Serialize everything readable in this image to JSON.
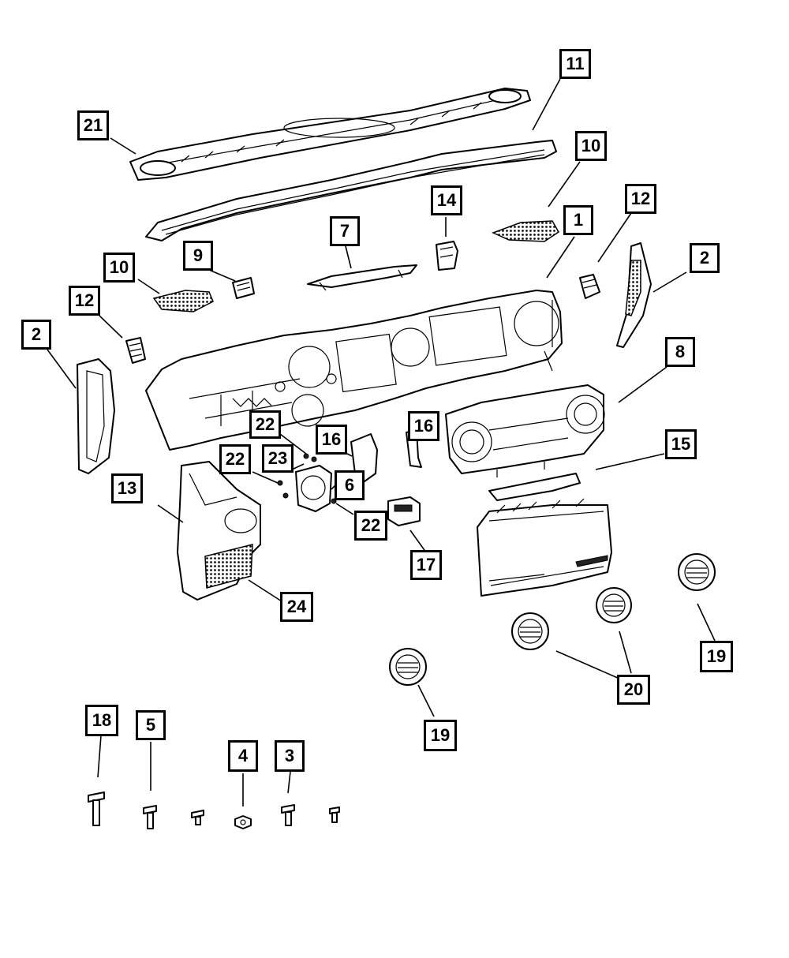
{
  "callouts": [
    {
      "id": "c21a",
      "label": "21"
    },
    {
      "id": "c11",
      "label": "11"
    },
    {
      "id": "c10a",
      "label": "10"
    },
    {
      "id": "c14",
      "label": "14"
    },
    {
      "id": "c1",
      "label": "1"
    },
    {
      "id": "c12a",
      "label": "12"
    },
    {
      "id": "c7",
      "label": "7"
    },
    {
      "id": "c9",
      "label": "9"
    },
    {
      "id": "c10b",
      "label": "10"
    },
    {
      "id": "c2a",
      "label": "2"
    },
    {
      "id": "c12b",
      "label": "12"
    },
    {
      "id": "c2b",
      "label": "2"
    },
    {
      "id": "c8",
      "label": "8"
    },
    {
      "id": "c22a",
      "label": "22"
    },
    {
      "id": "c16a",
      "label": "16"
    },
    {
      "id": "c16b",
      "label": "16"
    },
    {
      "id": "c22b",
      "label": "22"
    },
    {
      "id": "c23",
      "label": "23"
    },
    {
      "id": "c15",
      "label": "15"
    },
    {
      "id": "c6",
      "label": "6"
    },
    {
      "id": "c13",
      "label": "13"
    },
    {
      "id": "c22c",
      "label": "22"
    },
    {
      "id": "c17",
      "label": "17"
    },
    {
      "id": "c24",
      "label": "24"
    },
    {
      "id": "c19a",
      "label": "19"
    },
    {
      "id": "c20",
      "label": "20"
    },
    {
      "id": "c19b",
      "label": "19"
    },
    {
      "id": "c18",
      "label": "18"
    },
    {
      "id": "c5",
      "label": "5"
    },
    {
      "id": "c4",
      "label": "4"
    },
    {
      "id": "c3",
      "label": "3"
    }
  ]
}
